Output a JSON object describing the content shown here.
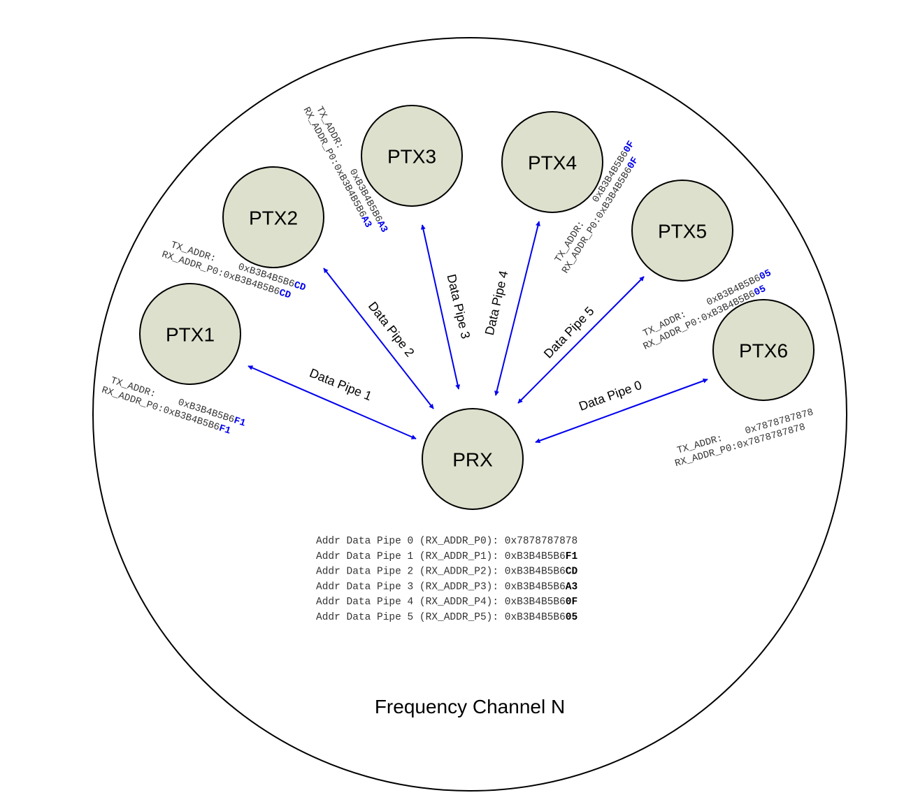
{
  "diagram": {
    "caption": "Frequency Channel N",
    "colors": {
      "node_fill": "#dde0cc",
      "arrow": "#0000ee",
      "highlight": "#0000ee"
    },
    "receiver": {
      "id": "prx",
      "label": "PRX"
    },
    "transmitters": [
      {
        "id": "ptx1",
        "label": "PTX1",
        "pipe_label": "Data Pipe 1",
        "tx_label": "TX_ADDR:",
        "rx_label": "RX_ADDR_P0:",
        "addr_prefix": "0xB3B4B5B6",
        "addr_suffix": "F1"
      },
      {
        "id": "ptx2",
        "label": "PTX2",
        "pipe_label": "Data Pipe 2",
        "tx_label": "TX_ADDR:",
        "rx_label": "RX_ADDR_P0:",
        "addr_prefix": "0xB3B4B5B6",
        "addr_suffix": "CD"
      },
      {
        "id": "ptx3",
        "label": "PTX3",
        "pipe_label": "Data Pipe 3",
        "tx_label": "TX_ADDR:",
        "rx_label": "RX_ADDR_P0:",
        "addr_prefix": "0xB3B4B5B6",
        "addr_suffix": "A3"
      },
      {
        "id": "ptx4",
        "label": "PTX4",
        "pipe_label": "Data Pipe 4",
        "tx_label": "TX_ADDR:",
        "rx_label": "RX_ADDR_P0:",
        "addr_prefix": "0xB3B4B5B6",
        "addr_suffix": "0F"
      },
      {
        "id": "ptx5",
        "label": "PTX5",
        "pipe_label": "Data Pipe 5",
        "tx_label": "TX_ADDR:",
        "rx_label": "RX_ADDR_P0:",
        "addr_prefix": "0xB3B4B5B6",
        "addr_suffix": "05"
      },
      {
        "id": "ptx6",
        "label": "PTX6",
        "pipe_label": "Data Pipe 0",
        "tx_label": "TX_ADDR:",
        "rx_label": "RX_ADDR_P0:",
        "addr_prefix": "0x7878787878",
        "addr_suffix": ""
      }
    ],
    "address_table": [
      {
        "label": "Addr Data Pipe 0 (RX_ADDR_P0): ",
        "prefix": "0x7878787878",
        "suffix": ""
      },
      {
        "label": "Addr Data Pipe 1 (RX_ADDR_P1): ",
        "prefix": "0xB3B4B5B6",
        "suffix": "F1"
      },
      {
        "label": "Addr Data Pipe 2 (RX_ADDR_P2): ",
        "prefix": "0xB3B4B5B6",
        "suffix": "CD"
      },
      {
        "label": "Addr Data Pipe 3 (RX_ADDR_P3): ",
        "prefix": "0xB3B4B5B6",
        "suffix": "A3"
      },
      {
        "label": "Addr Data Pipe 4 (RX_ADDR_P4): ",
        "prefix": "0xB3B4B5B6",
        "suffix": "0F"
      },
      {
        "label": "Addr Data Pipe 5 (RX_ADDR_P5): ",
        "prefix": "0xB3B4B5B6",
        "suffix": "05"
      }
    ]
  }
}
